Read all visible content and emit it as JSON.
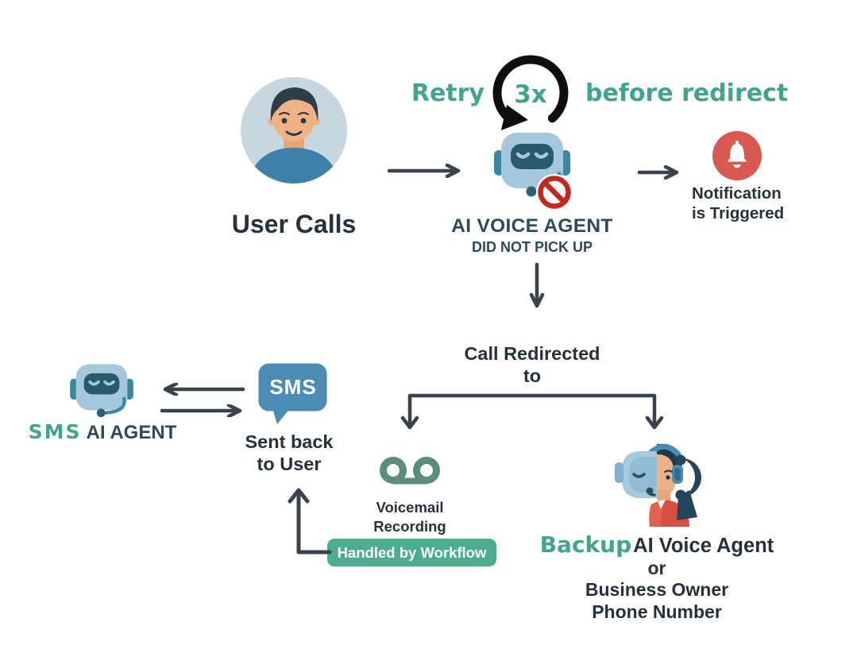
{
  "user": {
    "label": "User Calls"
  },
  "retry": {
    "prefix": "Retry",
    "count": "3x",
    "suffix": "before redirect"
  },
  "voice_agent": {
    "title": "AI VOICE AGENT",
    "subtitle": "DID NOT PICK UP"
  },
  "notification": {
    "line1": "Notification",
    "line2": "is Triggered"
  },
  "redirect": {
    "line1": "Call Redirected",
    "line2": "to"
  },
  "voicemail": {
    "line1": "Voicemail",
    "line2": "Recording"
  },
  "workflow_badge": {
    "label": "Handled by Workflow"
  },
  "sms": {
    "bubble": "SMS",
    "line1": "Sent back",
    "line2": "to User"
  },
  "sms_agent": {
    "accent": "SMS",
    "label": "AI AGENT"
  },
  "backup": {
    "accent": "Backup",
    "title": "AI Voice Agent",
    "or": "or",
    "line2": "Business Owner",
    "line3": "Phone Number"
  },
  "colors": {
    "teal_accent": "#3fa58c",
    "ink": "#25323e",
    "ink_deep": "#2d4a5c",
    "arrow": "#39434d",
    "badge_green": "#4bae90",
    "voicemail_green": "#5b8d79",
    "sms_bubble_blue": "#4a8cb4",
    "bell_red": "#d85a50",
    "no_sign_red": "#c1281e",
    "loop_black": "#0e0e0e",
    "robot_head": "#a6c8dc",
    "robot_face": "#275a6c",
    "robot_ear": "#3b86a2",
    "shirt_red": "#d85043"
  }
}
